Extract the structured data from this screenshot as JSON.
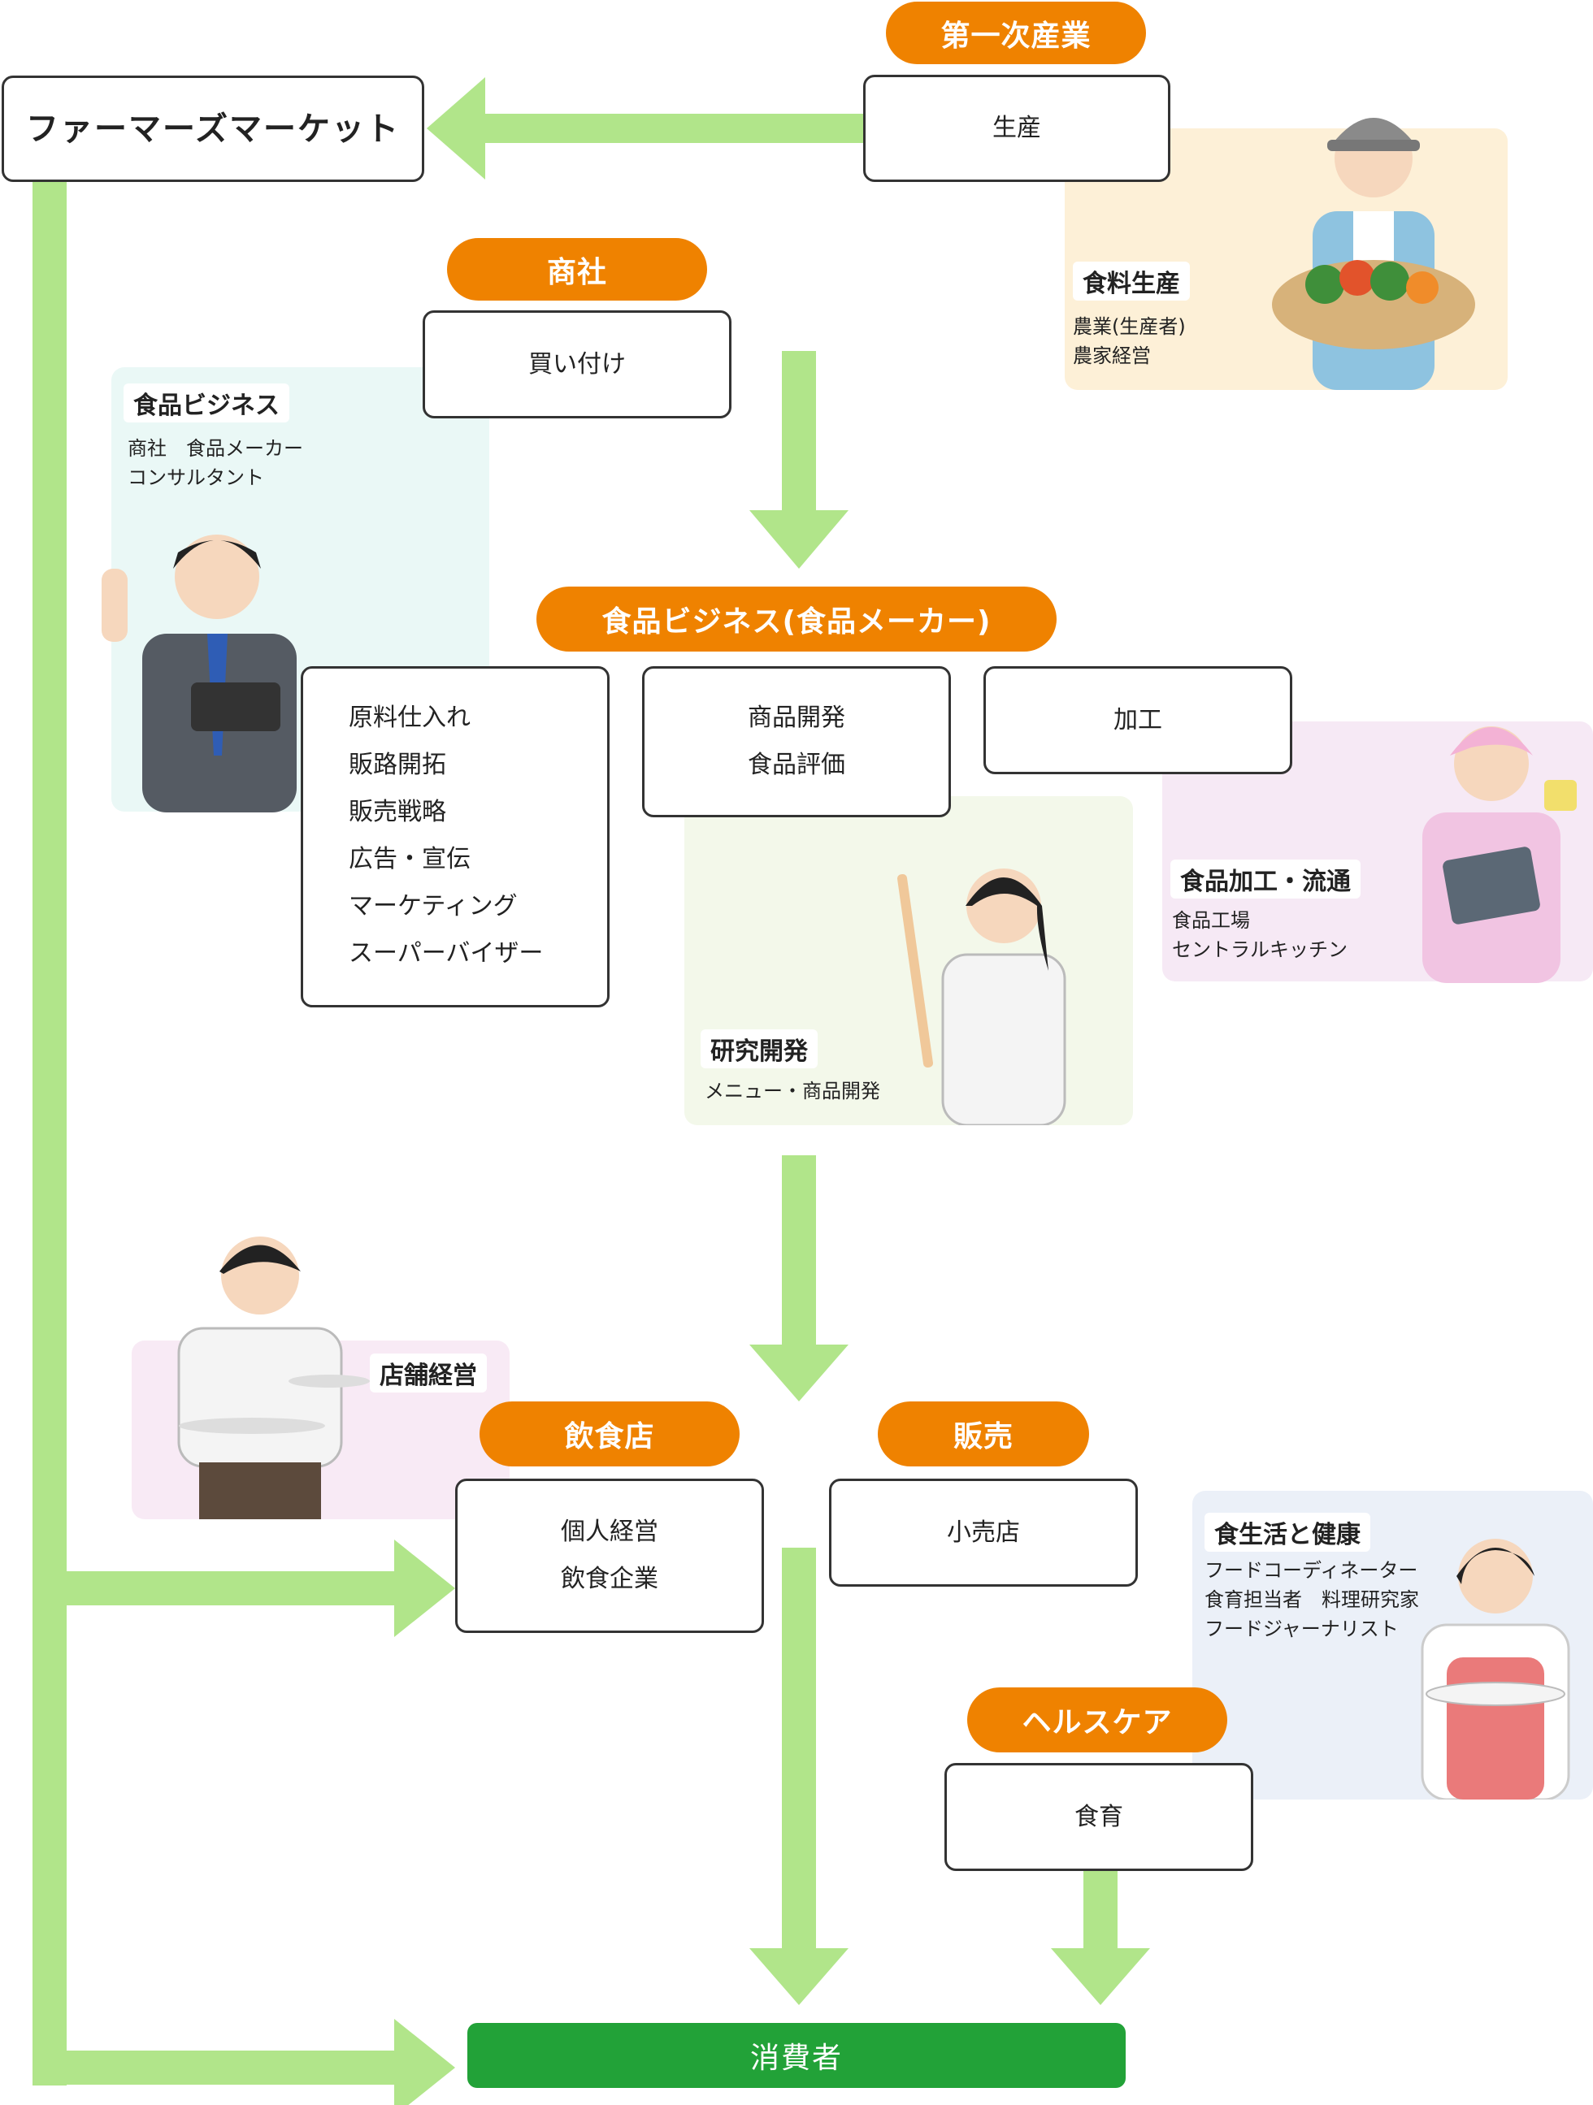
{
  "colors": {
    "arrow": "#b1e58a",
    "pill": "#ef8200",
    "consumer": "#22a238",
    "panel_farmer": "#fdf0d7",
    "panel_business": "#eaf8f6",
    "panel_research": "#f3f8ea",
    "panel_processing": "#f6e9f5",
    "panel_store": "#f8eaf5",
    "panel_health": "#ebf0f8"
  },
  "farmers_market": "ファーマーズマーケット",
  "primary": {
    "label": "第一次産業",
    "box": "生産"
  },
  "trading": {
    "label": "商社",
    "box": "買い付け"
  },
  "maker": {
    "label": "食品ビジネス(食品メーカー)",
    "list": [
      "原料仕入れ",
      "販路開拓",
      "販売戦略",
      "広告・宣伝",
      "マーケティング",
      "スーパーバイザー"
    ],
    "dev": [
      "商品開発",
      "食品評価"
    ],
    "processing": "加工"
  },
  "restaurant": {
    "label": "飲食店",
    "items": [
      "個人経営",
      "飲食企業"
    ]
  },
  "sales": {
    "label": "販売",
    "box": "小売店"
  },
  "healthcare": {
    "label": "ヘルスケア",
    "box": "食育"
  },
  "consumer": "消費者",
  "cards": {
    "farmer": {
      "title": "食料生産",
      "lines": [
        "農業(生産者)",
        "農家経営"
      ]
    },
    "business": {
      "title": "食品ビジネス",
      "lines": [
        "商社　食品メーカー",
        "コンサルタント"
      ]
    },
    "research": {
      "title": "研究開発",
      "lines": [
        "メニュー・商品開発"
      ]
    },
    "processing": {
      "title": "食品加工・流通",
      "lines": [
        "食品工場",
        "セントラルキッチン"
      ]
    },
    "store": {
      "title": "店舗経営",
      "lines": []
    },
    "health": {
      "title": "食生活と健康",
      "lines": [
        "フードコーディネーター",
        "食育担当者　料理研究家",
        "フードジャーナリスト"
      ]
    }
  }
}
